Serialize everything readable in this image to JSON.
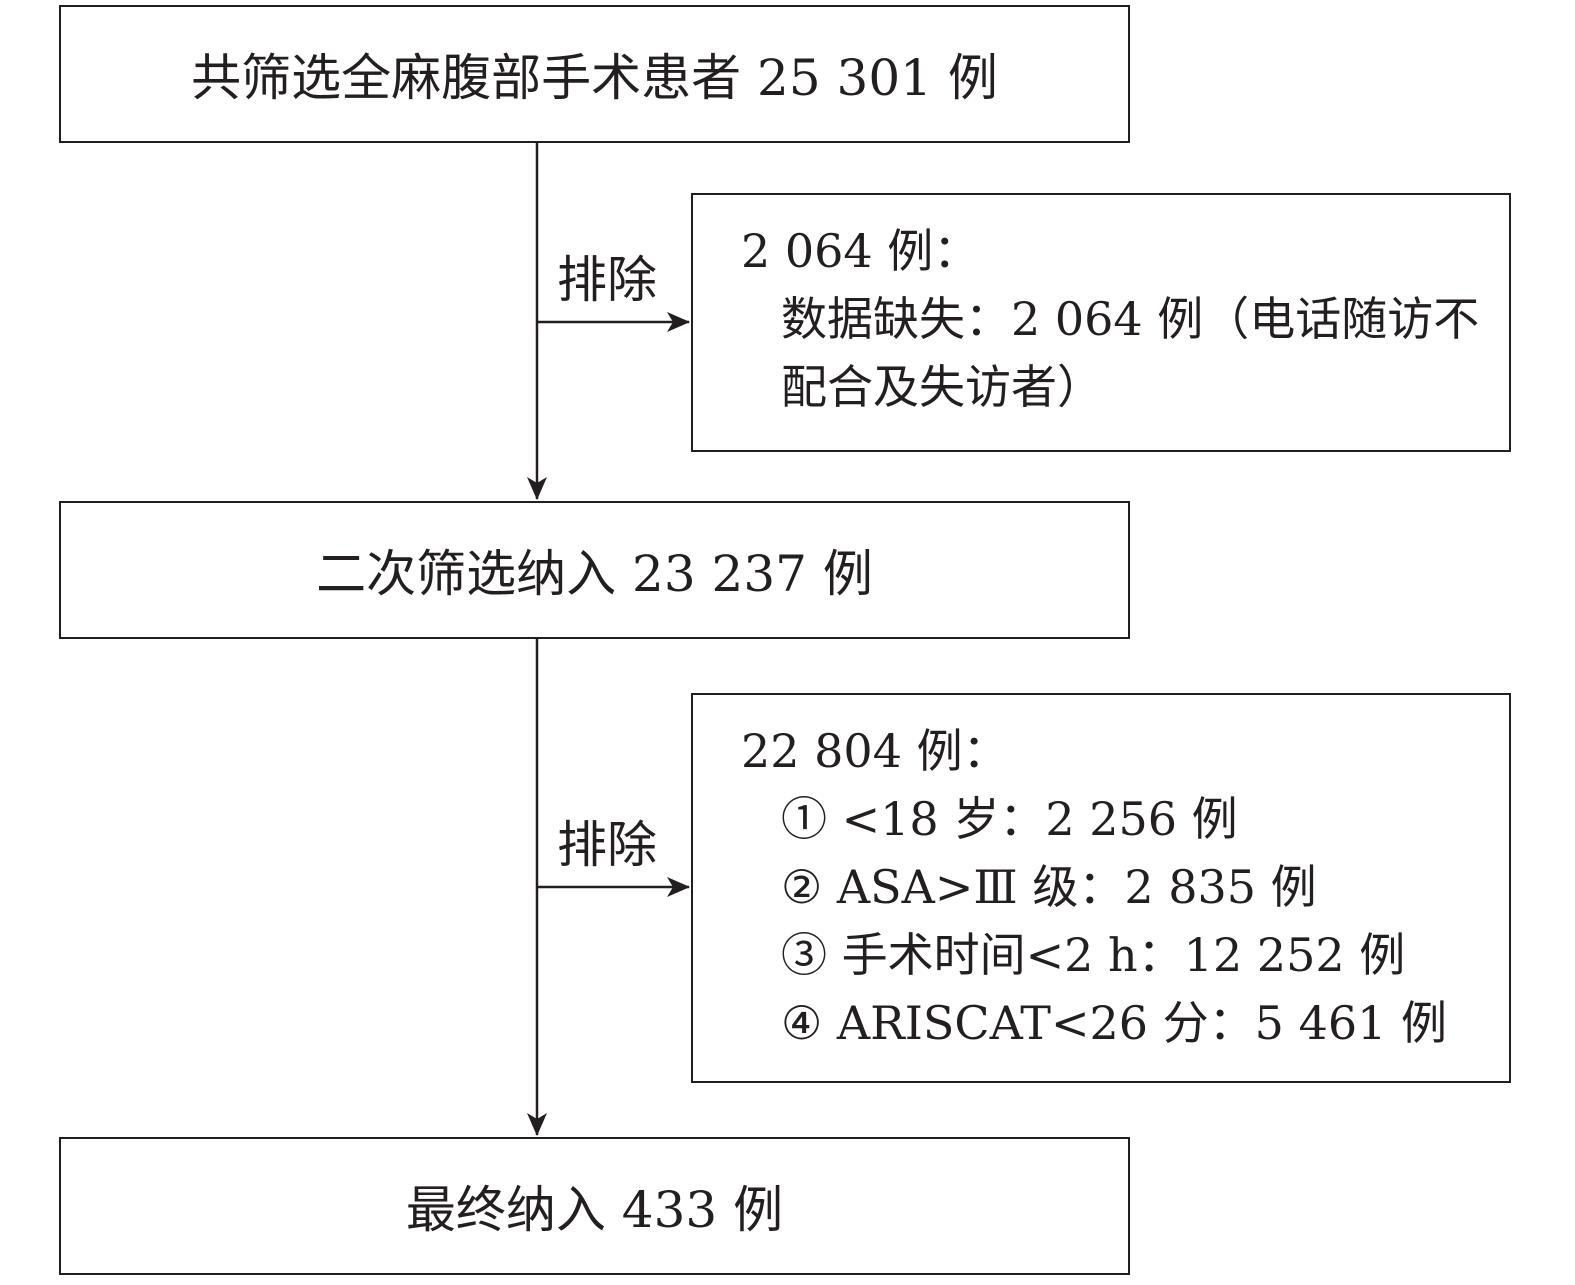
{
  "screen": {
    "label": "共筛选全麻腹部手术患者 25 301 例"
  },
  "exclusion1": {
    "label": "排除",
    "header": "2 064 例：",
    "items": [
      "数据缺失：2 064 例（电话随访不配合及失访者）"
    ]
  },
  "second": {
    "label": "二次筛选纳入 23 237 例"
  },
  "exclusion2": {
    "label": "排除",
    "header": "22 804 例：",
    "items": [
      "① <18 岁：2 256 例",
      "② ASA>Ⅲ 级：2 835 例",
      "③ 手术时间<2 h：12 252 例",
      "④ ARISCAT<26 分：5 461 例"
    ]
  },
  "final": {
    "label": "最终纳入 433 例"
  }
}
